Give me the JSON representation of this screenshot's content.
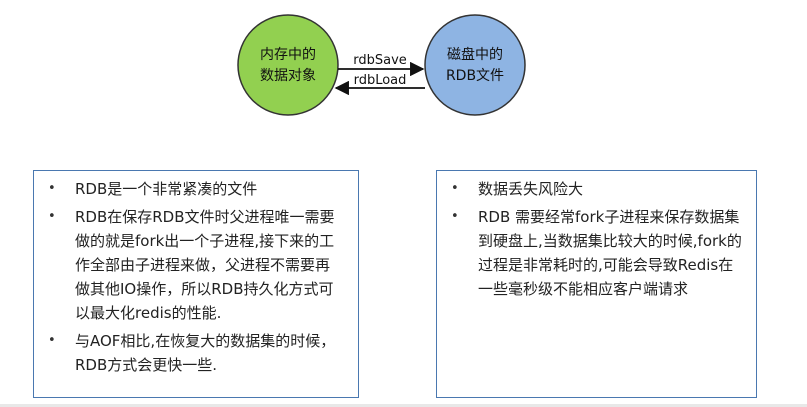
{
  "diagram": {
    "left_node": {
      "line1": "内存中的",
      "line2": "数据对象",
      "fill": "#92d050"
    },
    "right_node": {
      "line1": "磁盘中的",
      "line2": "RDB文件",
      "fill": "#8eb4e3"
    },
    "arrow_top_label": "rdbSave",
    "arrow_bottom_label": "rdbLoad"
  },
  "advantages": {
    "items": [
      "RDB是一个非常紧凑的文件",
      "RDB在保存RDB文件时父进程唯一需要做的就是fork出一个子进程,接下来的工作全部由子进程来做，父进程不需要再做其他IO操作，所以RDB持久化方式可以最大化redis的性能.",
      "与AOF相比,在恢复大的数据集的时候，RDB方式会更快一些."
    ]
  },
  "disadvantages": {
    "items": [
      "数据丢失风险大",
      "RDB 需要经常fork子进程来保存数据集到硬盘上,当数据集比较大的时候,fork的过程是非常耗时的,可能会导致Redis在一些毫秒级不能相应客户端请求"
    ]
  },
  "bullet_symbol": "•",
  "colors": {
    "box_border": "#4a78b0",
    "node_stroke": "#333333"
  }
}
